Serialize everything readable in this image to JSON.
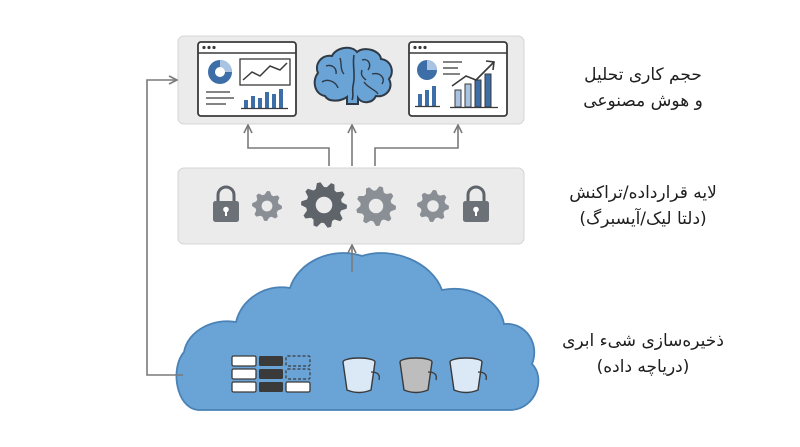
{
  "layers": {
    "ai": {
      "line1": "حجم کاری تحلیل",
      "line2": "و هوش مصنوعی"
    },
    "transaction": {
      "line1": "لایه قرارداده/تراکنش",
      "line2": "(دلتا لیک/آیسبرگ)"
    },
    "storage": {
      "line1": "ذخیره‌سازی شیء ابری",
      "line2": "(دریاچه داده)"
    }
  },
  "icons": {
    "ai_row": [
      "dashboard-icon",
      "brain-icon",
      "analytics-dashboard-icon"
    ],
    "transaction_row": [
      "lock-icon",
      "gear-icon",
      "gear-icon",
      "gear-icon",
      "gear-icon",
      "lock-icon"
    ],
    "storage_row": [
      "file-grid-icon",
      "bucket-icon",
      "bucket-icon",
      "bucket-icon"
    ]
  },
  "colors": {
    "panel": "#ebebeb",
    "panel_border": "#d4d4d4",
    "cloud": "#6aa3d6",
    "cloud_border": "#4a82b6",
    "arrow": "#7a7a7a",
    "gear": "#8a8f96",
    "gear_dark": "#5f646b",
    "accent_blue": "#3d6ea8",
    "dark": "#3a3a3a"
  }
}
